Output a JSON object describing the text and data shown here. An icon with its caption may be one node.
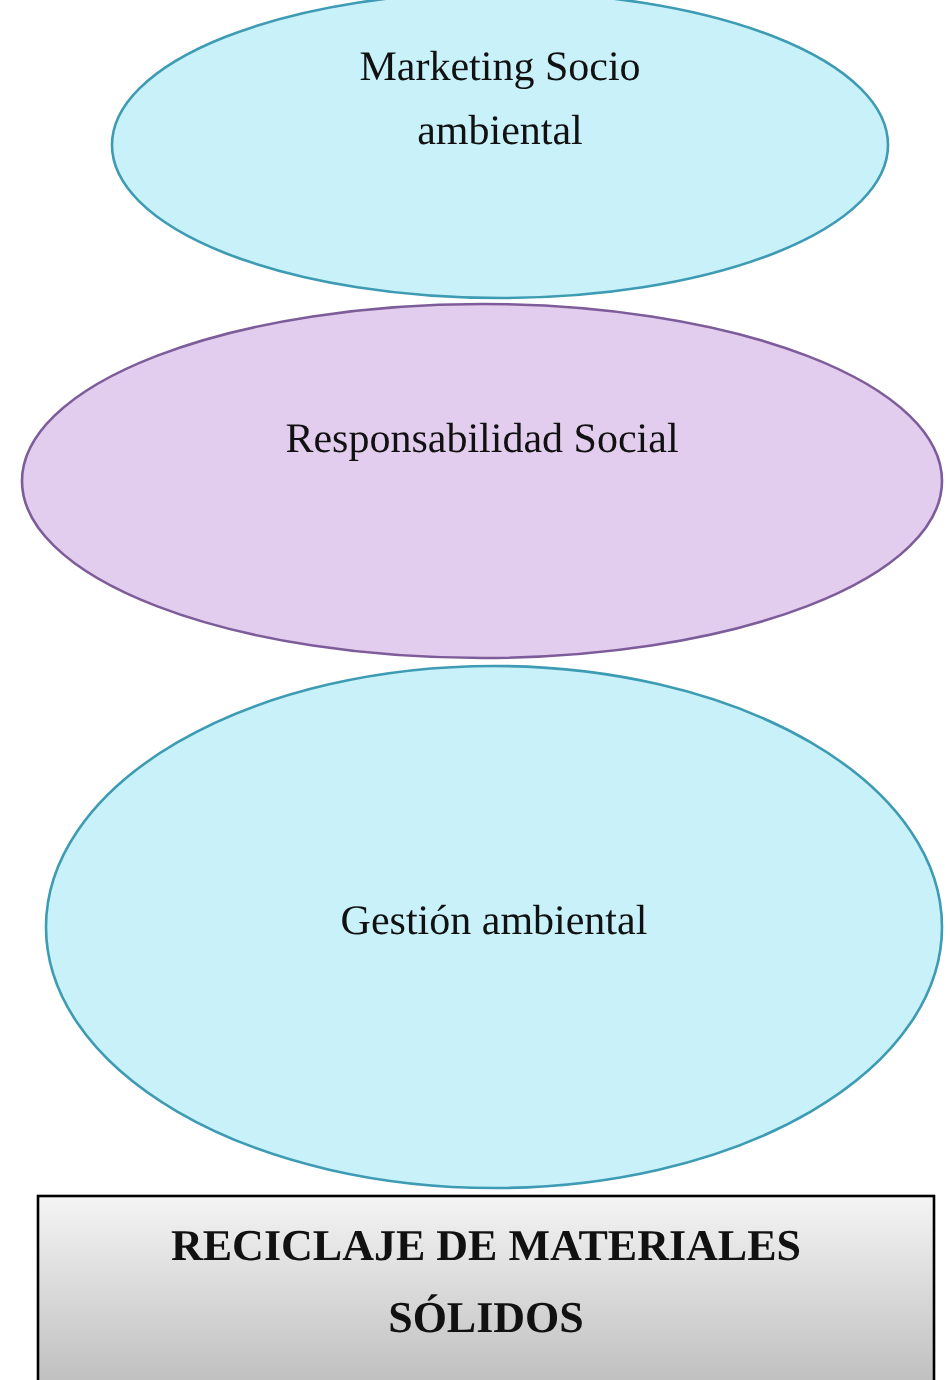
{
  "diagram": {
    "nodes": [
      {
        "text": [
          "Marketing Socio ambiental"
        ]
      },
      {
        "text": [
          "Responsabilidad Social"
        ]
      },
      {
        "text": [
          "Gestión ambiental"
        ]
      },
      {
        "text": [
          "RECICLAJE DE MATERIALES SÓLIDOS"
        ]
      }
    ]
  }
}
